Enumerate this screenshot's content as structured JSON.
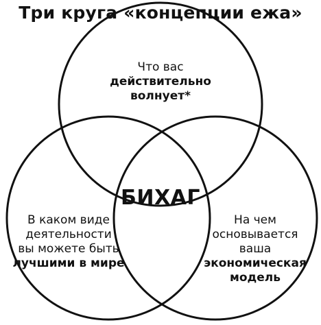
{
  "title": "Три круга «концепции ежа»",
  "circles": {
    "top": {
      "line1": "Что вас",
      "line2": "действительно",
      "line3": "волнует*"
    },
    "left": {
      "line1": "В каком виде",
      "line2": "деятельности",
      "line3": "вы можете быть",
      "line4": "лучшими в мире"
    },
    "right": {
      "line1": "На чем",
      "line2": "основывается",
      "line3": "ваша",
      "line4": "экономическая",
      "line5": "модель"
    }
  },
  "center": {
    "label": "БИХАГ"
  },
  "colors": {
    "stroke": "#111111",
    "background": "#ffffff"
  }
}
